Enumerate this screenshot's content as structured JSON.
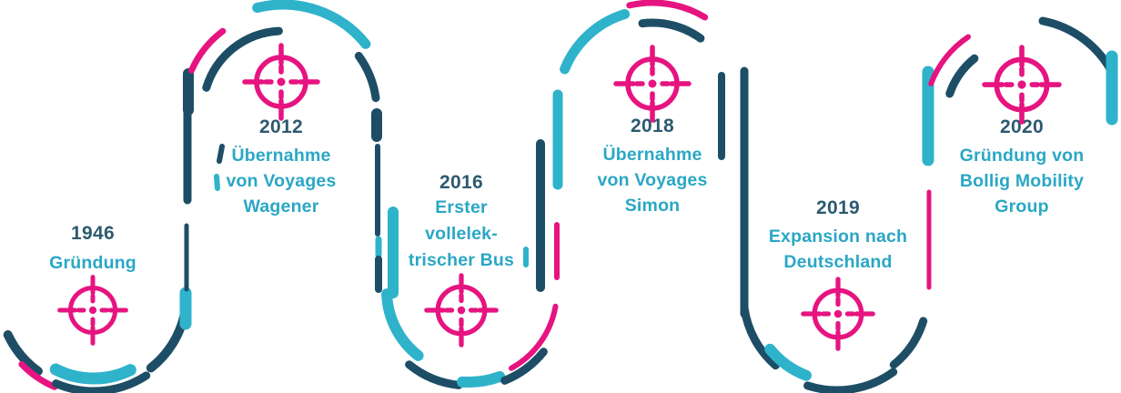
{
  "colors": {
    "navy": "#1d4e66",
    "teal": "#2eb3cb",
    "pink": "#e61480",
    "year_text": "#2e5a70",
    "label_text": "#2aa7c5"
  },
  "milestones": [
    {
      "year": "1946",
      "lines": [
        "Gründung"
      ],
      "icon": "target-icon"
    },
    {
      "year": "2012",
      "lines": [
        "Übernahme",
        "von Voyages",
        "Wagener"
      ],
      "icon": "target-icon"
    },
    {
      "year": "2016",
      "lines": [
        "Erster",
        "vollelek-",
        "trischer Bus"
      ],
      "icon": "target-icon"
    },
    {
      "year": "2018",
      "lines": [
        "Übernahme",
        "von Voyages",
        "Simon"
      ],
      "icon": "target-icon"
    },
    {
      "year": "2019",
      "lines": [
        "Expansion nach",
        "Deutschland"
      ],
      "icon": "target-icon"
    },
    {
      "year": "2020",
      "lines": [
        "Gründung von",
        "Bollig Mobility",
        "Group"
      ],
      "icon": "target-icon"
    }
  ]
}
